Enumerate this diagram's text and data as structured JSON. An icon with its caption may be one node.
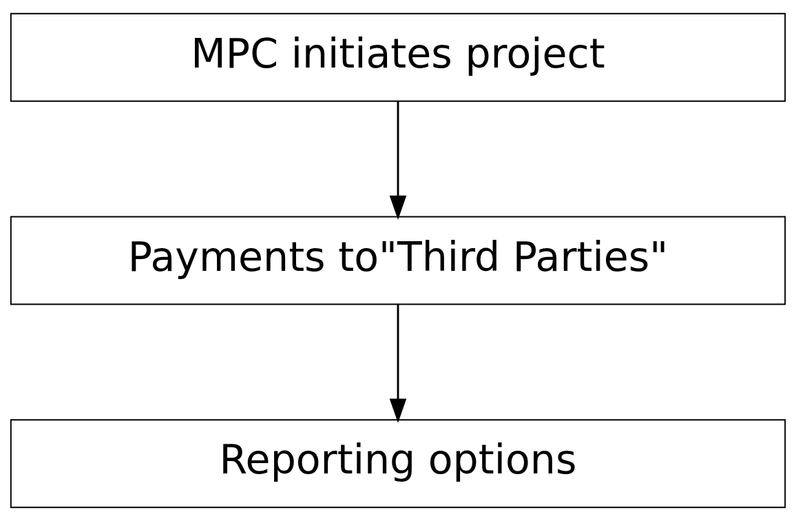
{
  "diagram": {
    "nodes": [
      {
        "text": [
          "MPC initiates project"
        ]
      },
      {
        "text": [
          "Payments to\"Third Parties\""
        ]
      },
      {
        "text": [
          "Reporting options"
        ]
      }
    ],
    "edges": [
      {
        "from": 0,
        "to": 1,
        "arrow": "to"
      },
      {
        "from": 1,
        "to": 2,
        "arrow": "to"
      }
    ]
  }
}
